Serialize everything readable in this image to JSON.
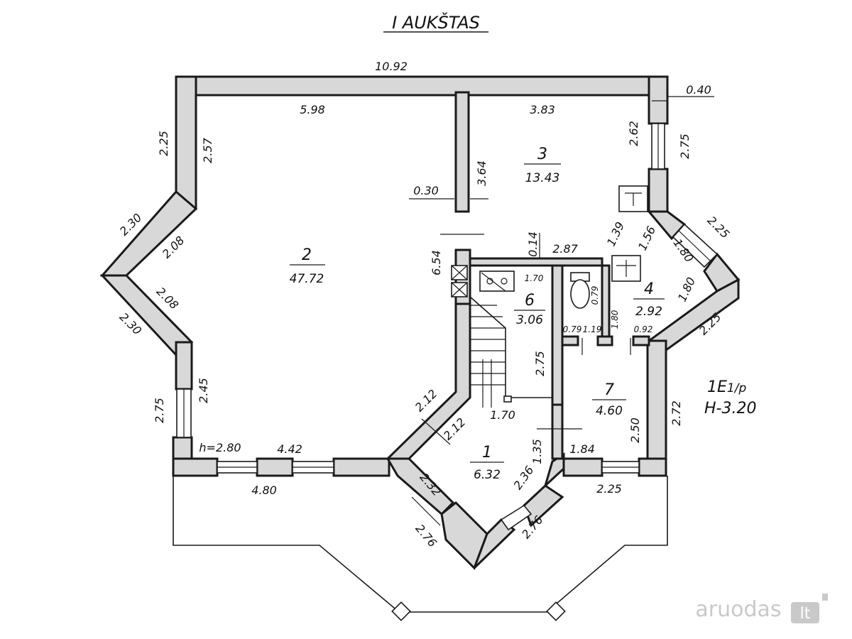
{
  "title": "I AUKŠTAS",
  "rooms": [
    {
      "number": "2",
      "area": "47.72"
    },
    {
      "number": "3",
      "area": "13.43"
    },
    {
      "number": "6",
      "area": "3.06"
    },
    {
      "number": "4",
      "area": "2.92"
    },
    {
      "number": "7",
      "area": "4.60"
    },
    {
      "number": "1",
      "area": "6.32"
    }
  ],
  "dimensions": {
    "overall_width": "10.92",
    "wall_thickness": "0.40",
    "room2_width": "5.98",
    "room3_width": "3.83",
    "left_upper": "2.25",
    "left_upper_inner": "2.57",
    "room3_right_inner": "2.62",
    "room3_right_outer": "2.75",
    "partition_height": "3.64",
    "partition_thickness": "0.30",
    "left_diag_upper_outer": "2.30",
    "left_diag_upper_inner": "2.08",
    "left_diag_lower_inner": "2.08",
    "left_diag_lower_outer": "2.30",
    "left_lower_inner": "2.45",
    "left_lower_outer": "2.75",
    "room2_depth": "6.54",
    "corridor_small": "0.14",
    "corridor_width": "2.87",
    "diag_right_1": "1.39",
    "room4_a": "1.56",
    "room4_b": "1.80",
    "room4_c": "1.80",
    "right_diag_top": "2.25",
    "right_diag_bottom": "2.25",
    "room6_width": "1.70",
    "wc_depth": "0.79",
    "wc_w1": "0.79",
    "wc_w2": "1.19",
    "room4_d": "1.80",
    "room4_e": "0.92",
    "stair_h": "2.75",
    "stair_w": "1.70",
    "hall_diag_1": "2.12",
    "hall_diag_2": "2.12",
    "room_height_note": "h=2.80",
    "room2_window": "4.42",
    "right_outer": "2.72",
    "room7_depth": "2.50",
    "hall_small": "1.35",
    "room7_width": "1.84",
    "bottom_left": "4.80",
    "hall_diag_3": "2.32",
    "hall_diag_4": "2.36",
    "bottom_right": "2.25",
    "hall_diag_5": "2.76",
    "hall_diag_6": "2.76"
  },
  "legend": {
    "code_prefix": "1E",
    "code_fraction": "1/p",
    "height": "H-3.20"
  },
  "watermark": {
    "brand": "aruodas",
    "tld": "lt"
  }
}
